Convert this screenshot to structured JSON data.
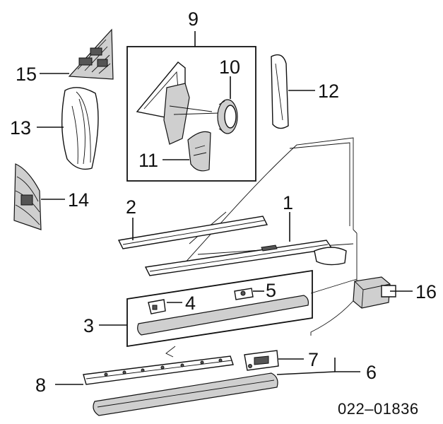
{
  "diagram": {
    "callouts": [
      "1",
      "2",
      "3",
      "4",
      "5",
      "6",
      "7",
      "8",
      "9",
      "10",
      "11",
      "12",
      "13",
      "14",
      "15",
      "16"
    ],
    "part_code": "022–01836"
  }
}
